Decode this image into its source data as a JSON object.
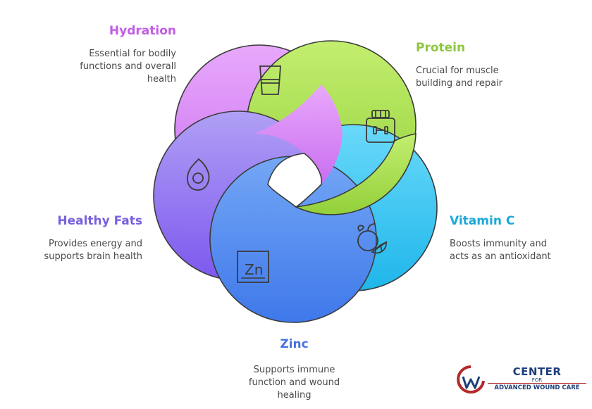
{
  "segments": [
    {
      "id": "hydration",
      "title": "Hydration",
      "description": [
        "Essential for bodily",
        "functions and overall",
        "health"
      ],
      "color": "#d98af4",
      "title_color": "#c15de3",
      "icon": "water-glass-icon"
    },
    {
      "id": "protein",
      "title": "Protein",
      "description": [
        "Crucial for muscle",
        "building and repair"
      ],
      "color": "#a9e157",
      "title_color": "#8dc63f",
      "icon": "protein-jar-icon"
    },
    {
      "id": "vitamin_c",
      "title": "Vitamin C",
      "description": [
        "Boosts immunity and",
        "acts as an antioxidant"
      ],
      "color": "#3ec8f2",
      "title_color": "#1aa9d9",
      "icon": "citrus-icon"
    },
    {
      "id": "healthy_fats",
      "title": "Healthy Fats",
      "description": [
        "Provides energy and",
        "supports brain health"
      ],
      "color": "#9d7ef0",
      "title_color": "#7a5fe0",
      "icon": "avocado-icon"
    },
    {
      "id": "zinc",
      "title": "Zinc",
      "description": [
        "Supports immune",
        "function and wound",
        "healing"
      ],
      "color": "#5a8ff0",
      "title_color": "#4a72e0",
      "icon": "zinc-element-icon"
    }
  ],
  "logo": {
    "line1": "CENTER",
    "line2": "FOR",
    "line3": "ADVANCED WOUND CARE",
    "colors": {
      "navy": "#1d3f7a",
      "red": "#b22a2a"
    }
  },
  "icons": {
    "zinc_symbol": "Zn"
  }
}
